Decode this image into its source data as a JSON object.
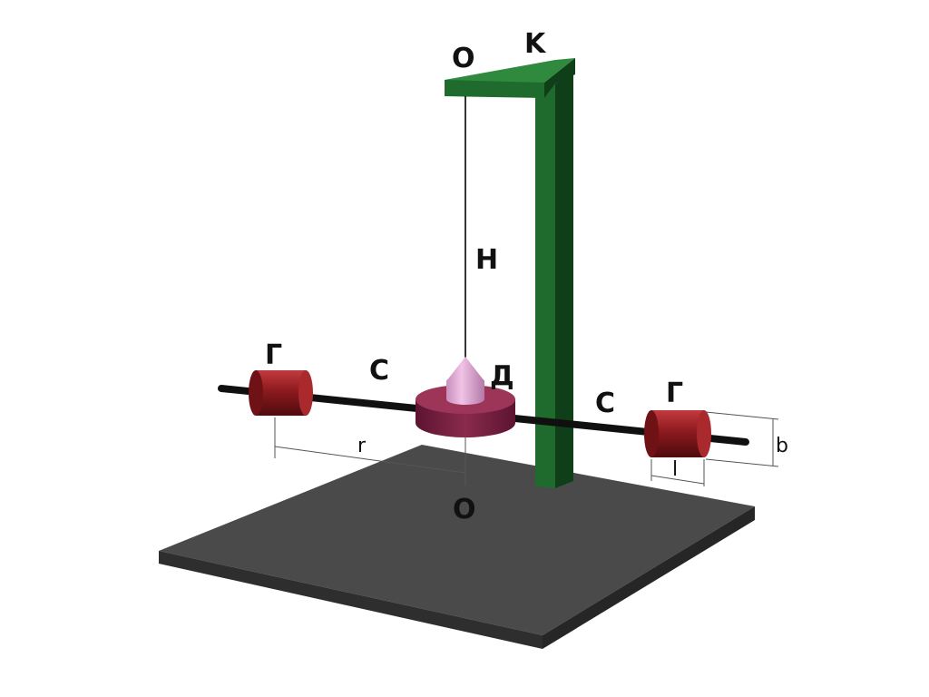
{
  "labels": {
    "top_point": "O",
    "stand": "K",
    "thread": "H",
    "left_weight": "Г",
    "right_weight": "Г",
    "left_rod": "C",
    "right_rod": "C",
    "disk": "Д",
    "bottom_point": "O",
    "radius": "r",
    "weight_length": "l",
    "weight_height": "b"
  },
  "colors": {
    "background": "#ffffff",
    "base_top": "#4a4a4a",
    "base_side": "#2e2e2e",
    "stand_front": "#1f6b2e",
    "stand_side": "#0f3f18",
    "stand_top": "#2f8a3e",
    "weight": "#8c1a1e",
    "weight_dark": "#5a0d10",
    "weight_highlight": "#c23a3e",
    "disk": "#7a1e3e",
    "disk_top": "#9c3558",
    "cone": "#e6a8d6",
    "cone_shade": "#b77aa8",
    "rod": "#101010",
    "thread": "#000000",
    "dimension_line": "#555555"
  }
}
